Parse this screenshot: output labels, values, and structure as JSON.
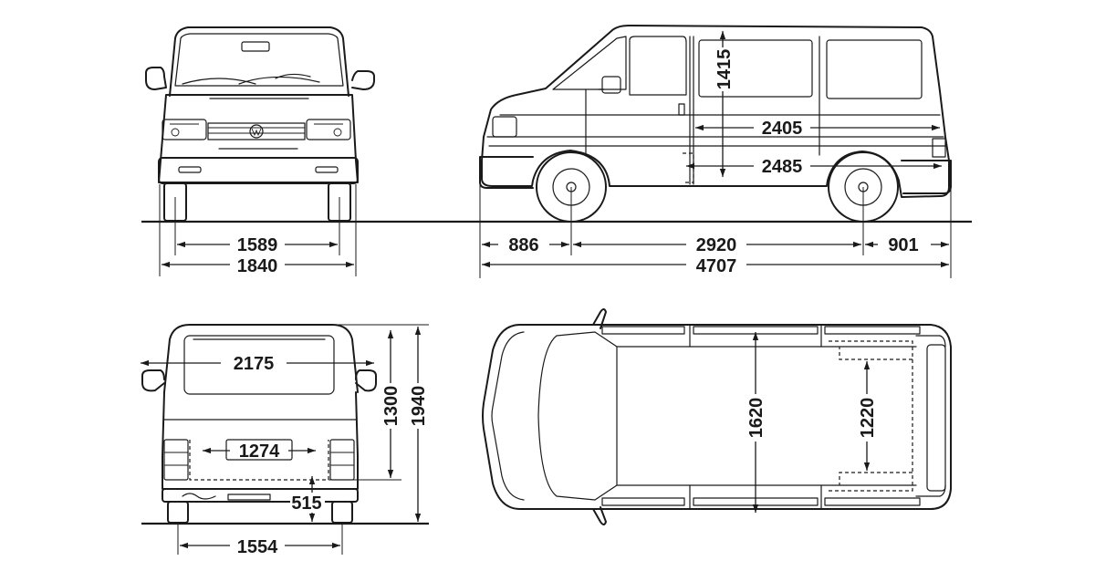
{
  "dimensions": {
    "front_track": "1589",
    "front_width": "1840",
    "front_overhang": "886",
    "wheelbase": "2920",
    "rear_overhang": "901",
    "overall_length": "4707",
    "interior_height": "1415",
    "cargo_length_upper": "2405",
    "cargo_length_lower": "2485",
    "rear_glass_width": "2175",
    "rear_opening_width": "1274",
    "rear_opening_height": "1300",
    "overall_height": "1940",
    "loading_sill_height": "515",
    "rear_track": "1554",
    "interior_width": "1620",
    "width_between_arches": "1220"
  },
  "icons": {
    "front_view": "van-front-view-drawing",
    "side_view": "van-side-view-drawing",
    "rear_view": "van-rear-view-drawing",
    "top_view": "van-top-view-drawing"
  },
  "colors": {
    "line": "#1a1a1a",
    "background": "#ffffff"
  }
}
